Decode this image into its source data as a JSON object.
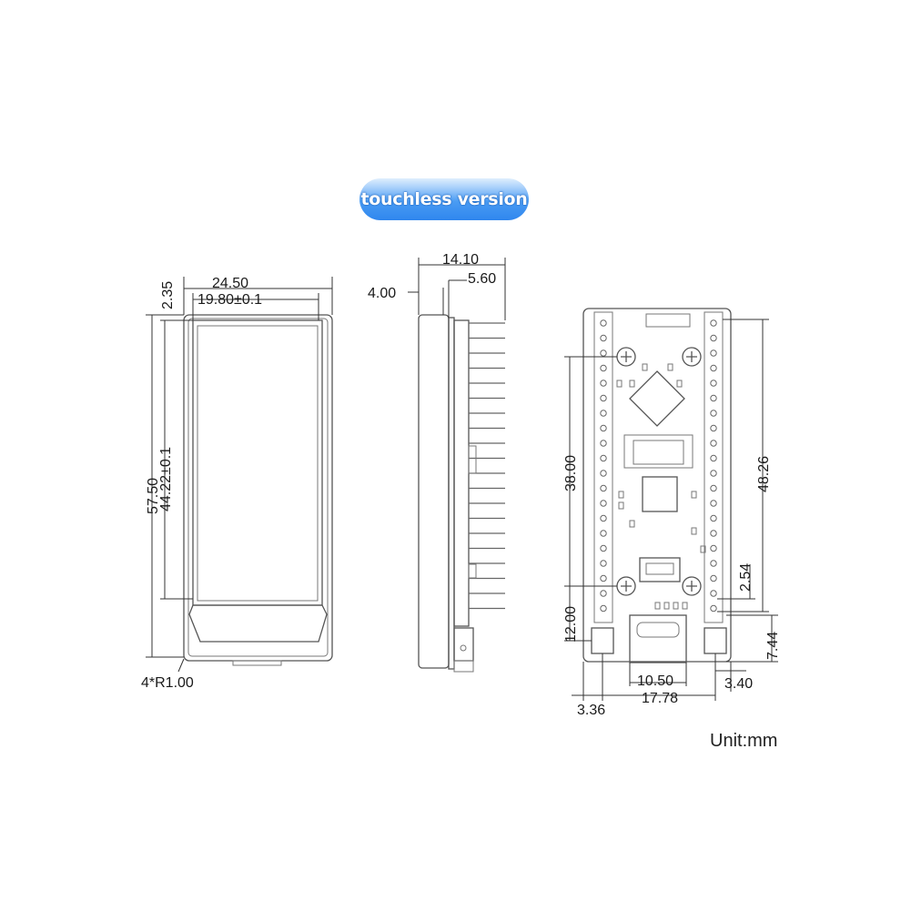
{
  "title": "touchless version",
  "unit_label": "Unit:mm",
  "front_view": {
    "width": "24.50",
    "screen_width": "19.80±0.1",
    "top_offset": "2.35",
    "height": "57.50",
    "screen_height": "44.22±0.1",
    "corner_radius": "4*R1.00"
  },
  "side_view": {
    "depth": "14.10",
    "pin_length": "5.60",
    "body_thickness": "4.00"
  },
  "back_view": {
    "hole_spacing_v": "38.00",
    "header_length": "48.26",
    "pin_pitch": "2.54",
    "bottom_hole": "12.00",
    "button_height": "7.44",
    "usb_width": "10.50",
    "hole_spacing_h": "17.78",
    "left_offset": "3.36",
    "right_offset": "3.40"
  }
}
